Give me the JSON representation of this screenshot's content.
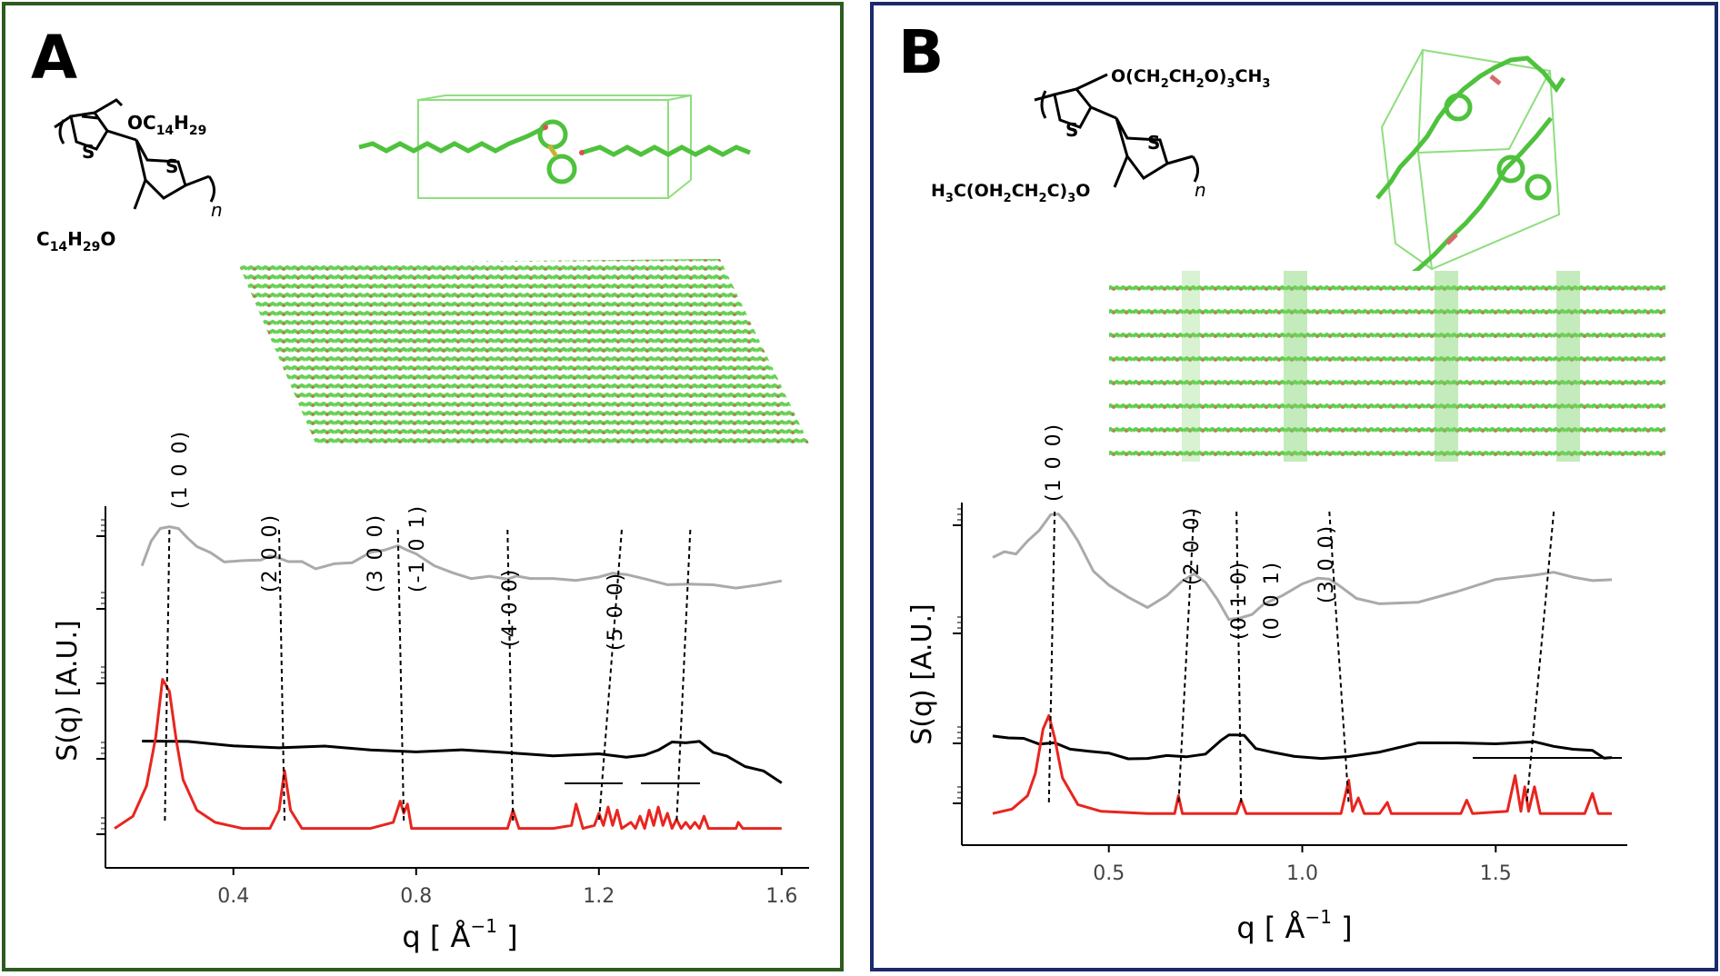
{
  "panels": [
    {
      "letter": "A",
      "border_color": "#2e5b1f",
      "formula": {
        "sub_top": "OC",
        "sub_top_n": "14",
        "sub_top_h": "H",
        "sub_top_hn": "29",
        "sub_bot": "C",
        "sub_bot_n": "14",
        "sub_bot_h": "H",
        "sub_bot_hn": "29",
        "sub_bot_o": "O",
        "s1": "S",
        "s2": "S",
        "n": "n"
      }
    },
    {
      "letter": "B",
      "border_color": "#1a2a6c",
      "formula": {
        "sub_top": "O(CH2CH2O)3CH3",
        "sub_top_parts": [
          "O(CH",
          "2",
          "CH",
          "2",
          "O)",
          "3",
          "CH",
          "3"
        ],
        "sub_bot_parts": [
          "H",
          "3",
          "C(OH",
          "2",
          "CH",
          "2",
          "C)",
          "3",
          "O"
        ],
        "s1": "S",
        "s2": "S",
        "n": "n"
      }
    }
  ],
  "chart_data": [
    {
      "type": "line",
      "panel": "A",
      "xlabel": "q [ Å⁻¹ ]",
      "xlabel_parts": [
        "q [ ",
        "Å",
        "−1",
        " ]"
      ],
      "ylabel": "S(q) [A.U.]",
      "xlim": [
        0.12,
        1.66
      ],
      "ylim": [
        0,
        1
      ],
      "xticks": [
        0.4,
        0.8,
        1.2,
        1.6
      ],
      "xtick_labels": [
        "0.4",
        "0.8",
        "1.2",
        "1.6"
      ],
      "series": [
        {
          "color": "#aaaaaa",
          "x": [
            0.2,
            0.22,
            0.24,
            0.26,
            0.28,
            0.3,
            0.32,
            0.35,
            0.38,
            0.42,
            0.46,
            0.48,
            0.5,
            0.52,
            0.55,
            0.58,
            0.62,
            0.66,
            0.7,
            0.73,
            0.76,
            0.78,
            0.8,
            0.84,
            0.88,
            0.92,
            0.96,
            1.0,
            1.02,
            1.05,
            1.1,
            1.15,
            1.2,
            1.23,
            1.26,
            1.3,
            1.35,
            1.4,
            1.45,
            1.5,
            1.55,
            1.6
          ],
          "y": [
            0.62,
            0.82,
            0.96,
            0.97,
            0.93,
            0.87,
            0.8,
            0.72,
            0.67,
            0.65,
            0.68,
            0.69,
            0.69,
            0.67,
            0.64,
            0.61,
            0.62,
            0.66,
            0.73,
            0.77,
            0.78,
            0.77,
            0.73,
            0.62,
            0.55,
            0.52,
            0.51,
            0.52,
            0.52,
            0.51,
            0.49,
            0.5,
            0.53,
            0.55,
            0.54,
            0.5,
            0.47,
            0.45,
            0.44,
            0.44,
            0.45,
            0.47
          ]
        },
        {
          "color": "#000000",
          "x": [
            0.2,
            0.3,
            0.4,
            0.5,
            0.6,
            0.7,
            0.8,
            0.9,
            1.0,
            1.1,
            1.2,
            1.26,
            1.3,
            1.33,
            1.36,
            1.39,
            1.42,
            1.45,
            1.48,
            1.52,
            1.56,
            1.6
          ],
          "y": [
            0.42,
            0.4,
            0.39,
            0.37,
            0.36,
            0.35,
            0.34,
            0.33,
            0.32,
            0.31,
            0.3,
            0.29,
            0.3,
            0.35,
            0.4,
            0.42,
            0.4,
            0.34,
            0.28,
            0.22,
            0.15,
            0.08
          ]
        },
        {
          "color": "#e8251f",
          "x": [
            0.14,
            0.18,
            0.21,
            0.23,
            0.245,
            0.26,
            0.275,
            0.29,
            0.32,
            0.36,
            0.42,
            0.48,
            0.5,
            0.512,
            0.525,
            0.55,
            0.7,
            0.75,
            0.765,
            0.773,
            0.781,
            0.79,
            0.85,
            1.0,
            1.012,
            1.025,
            1.1,
            1.14,
            1.15,
            1.165,
            1.19,
            1.2,
            1.21,
            1.22,
            1.23,
            1.24,
            1.25,
            1.27,
            1.28,
            1.29,
            1.3,
            1.31,
            1.32,
            1.33,
            1.34,
            1.35,
            1.36,
            1.37,
            1.38,
            1.39,
            1.4,
            1.41,
            1.42,
            1.43,
            1.44,
            1.5,
            1.505,
            1.515,
            1.6
          ],
          "y": [
            0.04,
            0.08,
            0.18,
            0.34,
            0.53,
            0.49,
            0.33,
            0.2,
            0.1,
            0.06,
            0.04,
            0.04,
            0.1,
            0.23,
            0.1,
            0.04,
            0.04,
            0.06,
            0.13,
            0.09,
            0.12,
            0.04,
            0.04,
            0.04,
            0.1,
            0.04,
            0.04,
            0.05,
            0.12,
            0.04,
            0.05,
            0.09,
            0.05,
            0.11,
            0.05,
            0.1,
            0.04,
            0.06,
            0.04,
            0.08,
            0.04,
            0.1,
            0.05,
            0.11,
            0.05,
            0.09,
            0.04,
            0.07,
            0.04,
            0.06,
            0.04,
            0.06,
            0.04,
            0.08,
            0.04,
            0.04,
            0.06,
            0.04,
            0.04
          ]
        }
      ],
      "peaks": [
        {
          "label": "(1 0 0)",
          "x_top": 0.26,
          "x_bot": 0.25
        },
        {
          "label": "(2 0 0)",
          "x_top": 0.5,
          "x_bot": 0.512
        },
        {
          "label": "(3 0 0)",
          "x_top": 0.76,
          "x_bot": 0.773
        },
        {
          "label": "(-1 0 1)",
          "x_top": null,
          "x_bot": null
        },
        {
          "label": "(4 0 0)",
          "x_top": 1.0,
          "x_bot": 1.012
        },
        {
          "label": "(5 0 0)",
          "x_top": 1.25,
          "x_bot": 1.2
        },
        {
          "label": "",
          "x_top": 1.4,
          "x_bot": 1.37
        }
      ]
    },
    {
      "type": "line",
      "panel": "B",
      "xlabel": "q [ Å⁻¹ ]",
      "xlabel_parts": [
        "q [ ",
        "Å",
        "−1",
        " ]"
      ],
      "ylabel": "S(q) [A.U.]",
      "xlim": [
        0.12,
        1.84
      ],
      "ylim": [
        0,
        1
      ],
      "xticks": [
        0.5,
        1.0,
        1.5
      ],
      "xtick_labels": [
        "0.5",
        "1.0",
        "1.5"
      ],
      "series": [
        {
          "color": "#aaaaaa",
          "x": [
            0.2,
            0.23,
            0.26,
            0.29,
            0.32,
            0.35,
            0.37,
            0.39,
            0.42,
            0.46,
            0.5,
            0.55,
            0.6,
            0.65,
            0.69,
            0.72,
            0.75,
            0.78,
            0.81,
            0.84,
            0.87,
            0.9,
            0.95,
            1.0,
            1.04,
            1.07,
            1.1,
            1.14,
            1.2,
            1.3,
            1.4,
            1.5,
            1.6,
            1.65,
            1.7,
            1.75,
            1.8
          ],
          "y": [
            0.78,
            0.8,
            0.8,
            0.84,
            0.9,
            0.95,
            0.96,
            0.93,
            0.84,
            0.73,
            0.66,
            0.61,
            0.58,
            0.62,
            0.68,
            0.71,
            0.68,
            0.6,
            0.53,
            0.52,
            0.55,
            0.58,
            0.63,
            0.67,
            0.69,
            0.69,
            0.66,
            0.61,
            0.58,
            0.6,
            0.64,
            0.68,
            0.71,
            0.71,
            0.7,
            0.69,
            0.68
          ]
        },
        {
          "color": "#000000",
          "x": [
            0.2,
            0.24,
            0.28,
            0.32,
            0.36,
            0.4,
            0.45,
            0.5,
            0.55,
            0.6,
            0.65,
            0.7,
            0.75,
            0.79,
            0.81,
            0.83,
            0.85,
            0.88,
            0.92,
            0.98,
            1.05,
            1.12,
            1.2,
            1.3,
            1.4,
            1.5,
            1.6,
            1.65,
            1.7,
            1.75,
            1.78,
            1.8
          ],
          "y": [
            0.43,
            0.42,
            0.4,
            0.38,
            0.36,
            0.34,
            0.31,
            0.28,
            0.26,
            0.26,
            0.26,
            0.27,
            0.3,
            0.38,
            0.44,
            0.45,
            0.42,
            0.34,
            0.29,
            0.27,
            0.26,
            0.28,
            0.31,
            0.36,
            0.38,
            0.38,
            0.37,
            0.36,
            0.33,
            0.3,
            0.27,
            0.26
          ]
        },
        {
          "color": "#e8251f",
          "x": [
            0.2,
            0.25,
            0.29,
            0.31,
            0.33,
            0.345,
            0.36,
            0.38,
            0.42,
            0.48,
            0.6,
            0.67,
            0.68,
            0.69,
            0.72,
            0.83,
            0.842,
            0.855,
            1.1,
            1.12,
            1.13,
            1.145,
            1.16,
            1.17,
            1.2,
            1.22,
            1.23,
            1.24,
            1.41,
            1.425,
            1.44,
            1.53,
            1.55,
            1.565,
            1.575,
            1.585,
            1.6,
            1.615,
            1.625,
            1.64,
            1.73,
            1.75,
            1.765,
            1.8
          ],
          "y": [
            0.04,
            0.06,
            0.12,
            0.22,
            0.42,
            0.48,
            0.38,
            0.2,
            0.08,
            0.05,
            0.04,
            0.04,
            0.12,
            0.04,
            0.04,
            0.04,
            0.1,
            0.04,
            0.04,
            0.19,
            0.05,
            0.11,
            0.04,
            0.04,
            0.04,
            0.09,
            0.04,
            0.04,
            0.04,
            0.1,
            0.04,
            0.05,
            0.21,
            0.05,
            0.16,
            0.05,
            0.16,
            0.04,
            0.04,
            0.04,
            0.04,
            0.13,
            0.04,
            0.04
          ]
        }
      ],
      "peaks": [
        {
          "label": "(1 0 0)",
          "x_top": 0.36,
          "x_bot": 0.345
        },
        {
          "label": "(2 0 0)",
          "x_top": 0.72,
          "x_bot": 0.68
        },
        {
          "label": "(0 1 0)",
          "x_top": 0.83,
          "x_bot": 0.842
        },
        {
          "label": "(0 0 1)",
          "x_top": null,
          "x_bot": null
        },
        {
          "label": "(3 0 0)",
          "x_top": 1.07,
          "x_bot": 1.12
        },
        {
          "label": "",
          "x_top": 1.65,
          "x_bot": 1.58
        }
      ]
    }
  ]
}
